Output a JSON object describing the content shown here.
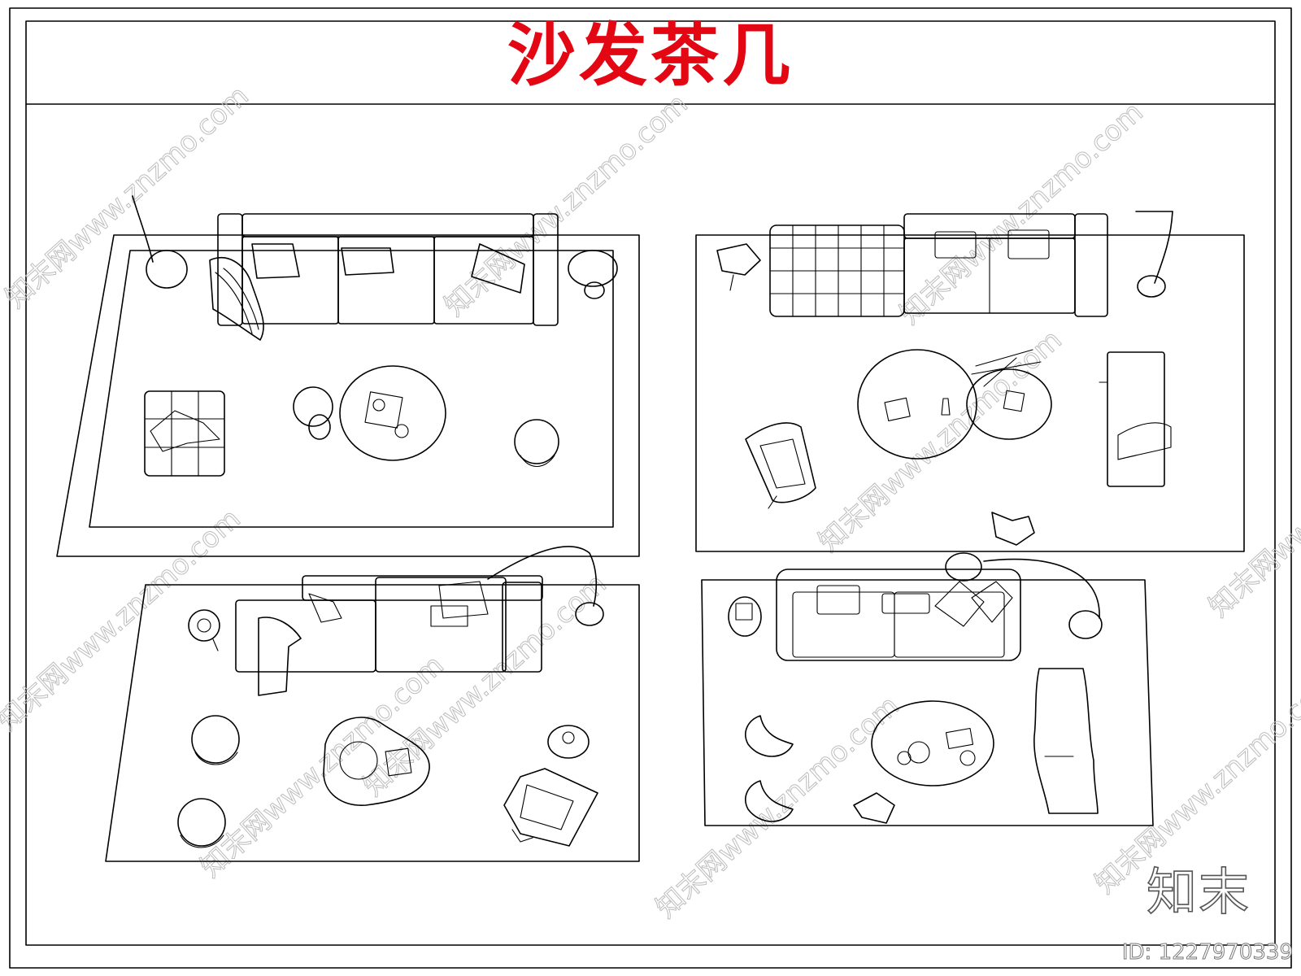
{
  "title": "沙发茶几",
  "brand": "知末",
  "image_id": "ID: 1227970339",
  "watermark": "知末网www.znzmo.com",
  "colors": {
    "title": "#e30613",
    "line": "#000000",
    "watermark": "#bdbdbd"
  }
}
